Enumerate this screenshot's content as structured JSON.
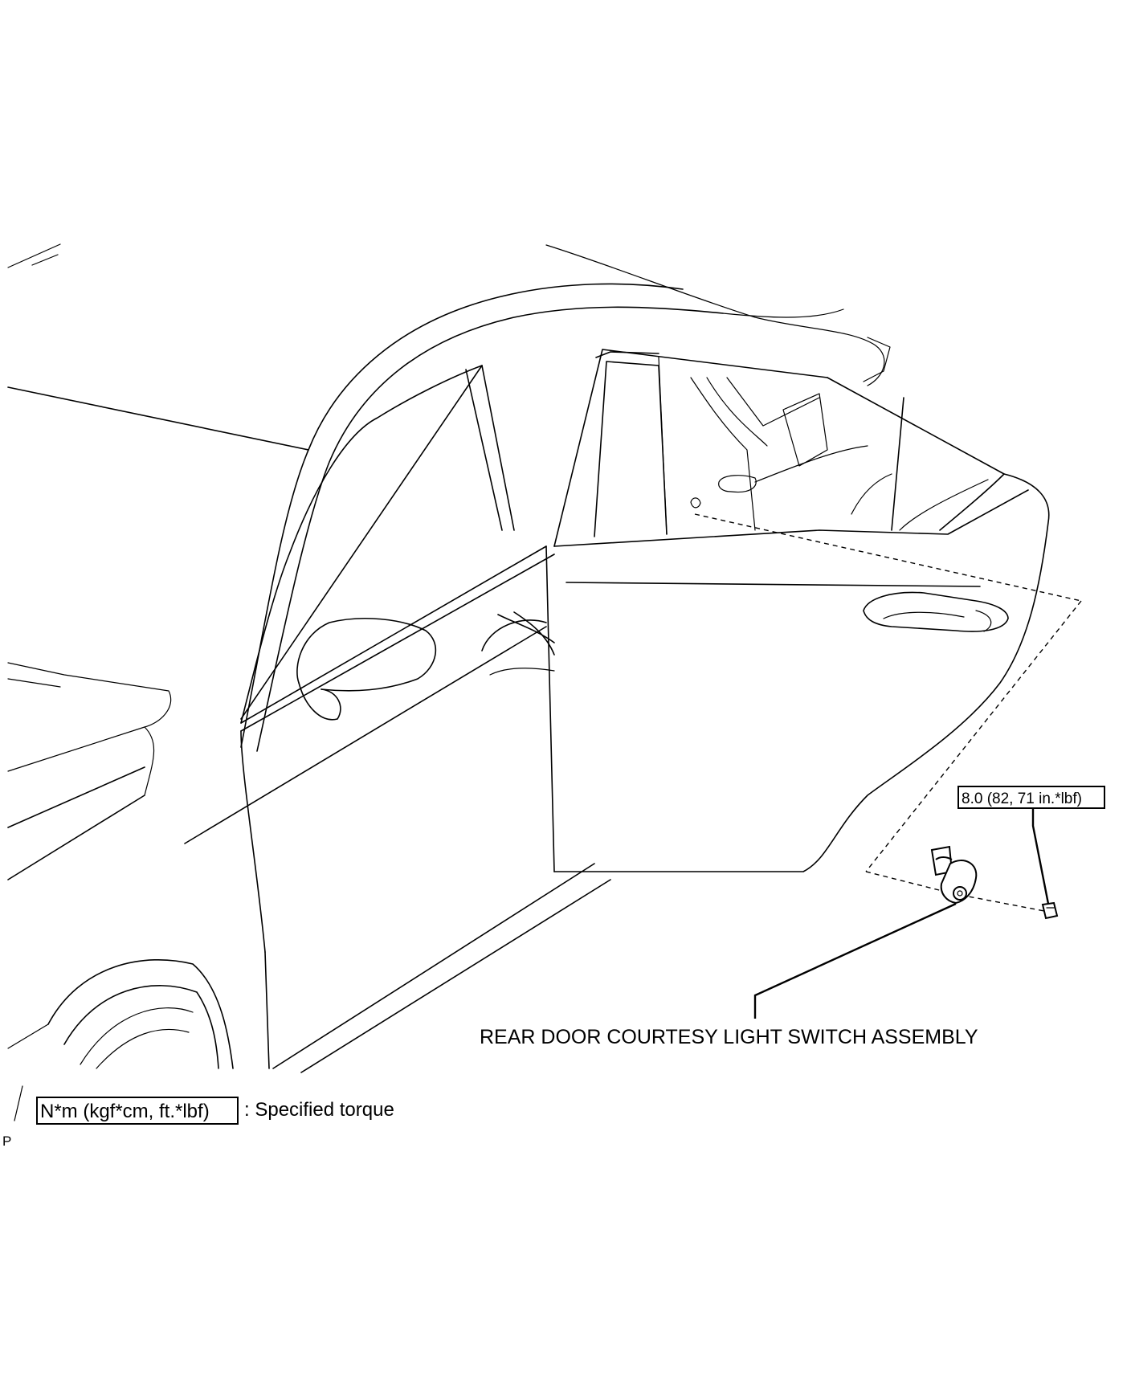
{
  "callouts": {
    "torque_value": "8.0 (82, 71 in.*lbf)",
    "part_name": "REAR DOOR COURTESY LIGHT SWITCH ASSEMBLY"
  },
  "legend": {
    "units_box": "N*m (kgf*cm, ft.*lbf)",
    "description": ": Specified torque"
  },
  "corner_mark": "P"
}
